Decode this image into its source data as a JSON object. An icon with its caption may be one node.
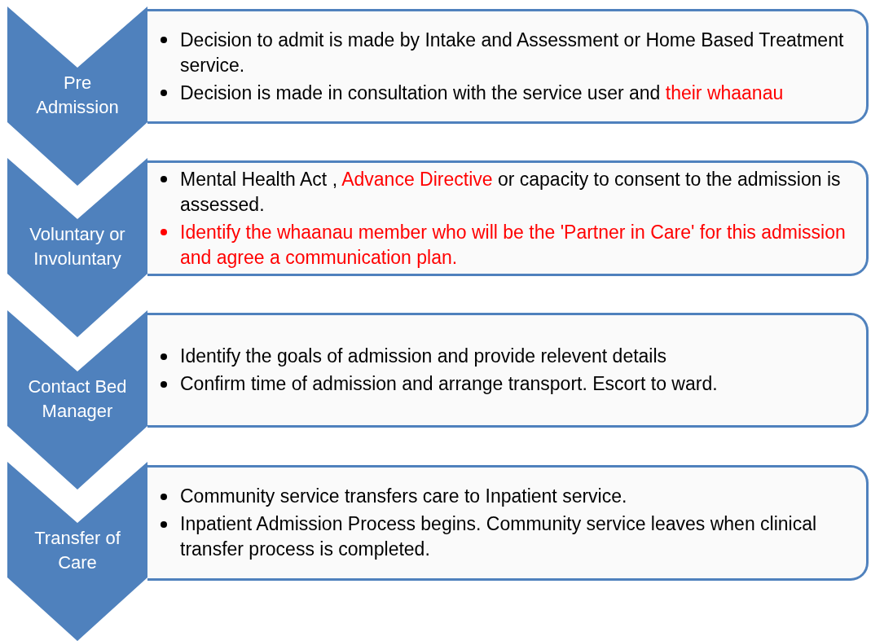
{
  "diagram": {
    "nodes": [
      {
        "text": [
          "Pre Admission"
        ]
      },
      {
        "text": [
          "Decision to admit is made by Intake and Assessment or Home Based Treatment service.",
          "Decision is made in consultation with the service user and their whaanau"
        ]
      },
      {
        "text": [
          "Voluntary or Involuntary"
        ]
      },
      {
        "text": [
          "Mental Health Act , Advance Directive or capacity to consent to the admission is assessed.",
          "Identify the whaanau member who will be the 'Partner in Care' for this admission and agree a communication plan."
        ]
      },
      {
        "text": [
          "Contact Bed Manager"
        ]
      },
      {
        "text": [
          "Identify the goals of admission and provide relevent details",
          "Confirm time of admission and arrange transport.  Escort to ward."
        ]
      },
      {
        "text": [
          "Transfer of Care"
        ]
      },
      {
        "text": [
          "Community service transfers care to Inpatient service.",
          "Inpatient Admission Process begins.  Community service leaves when clinical transfer process is completed."
        ]
      }
    ]
  }
}
